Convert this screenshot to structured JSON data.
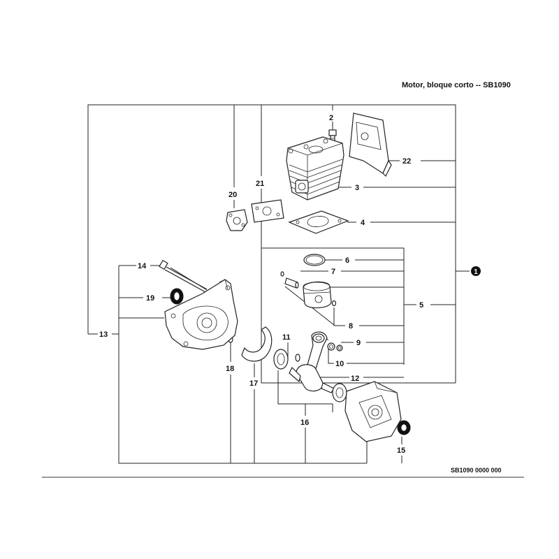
{
  "title": "Motor, bloque corto -- SB1090",
  "drawing_code": "SB1090 0000 000",
  "assembly_label": "1",
  "callouts": [
    {
      "id": "c2",
      "label": "2"
    },
    {
      "id": "c3",
      "label": "3"
    },
    {
      "id": "c4",
      "label": "4"
    },
    {
      "id": "c5",
      "label": "5"
    },
    {
      "id": "c6",
      "label": "6"
    },
    {
      "id": "c7",
      "label": "7"
    },
    {
      "id": "c8",
      "label": "8"
    },
    {
      "id": "c9",
      "label": "9"
    },
    {
      "id": "c10",
      "label": "10"
    },
    {
      "id": "c11",
      "label": "11"
    },
    {
      "id": "c12",
      "label": "12"
    },
    {
      "id": "c13",
      "label": "13"
    },
    {
      "id": "c14",
      "label": "14"
    },
    {
      "id": "c15",
      "label": "15"
    },
    {
      "id": "c16",
      "label": "16"
    },
    {
      "id": "c17",
      "label": "17"
    },
    {
      "id": "c18",
      "label": "18"
    },
    {
      "id": "c19",
      "label": "19"
    },
    {
      "id": "c20",
      "label": "20"
    },
    {
      "id": "c21",
      "label": "21"
    },
    {
      "id": "c22",
      "label": "22"
    }
  ]
}
